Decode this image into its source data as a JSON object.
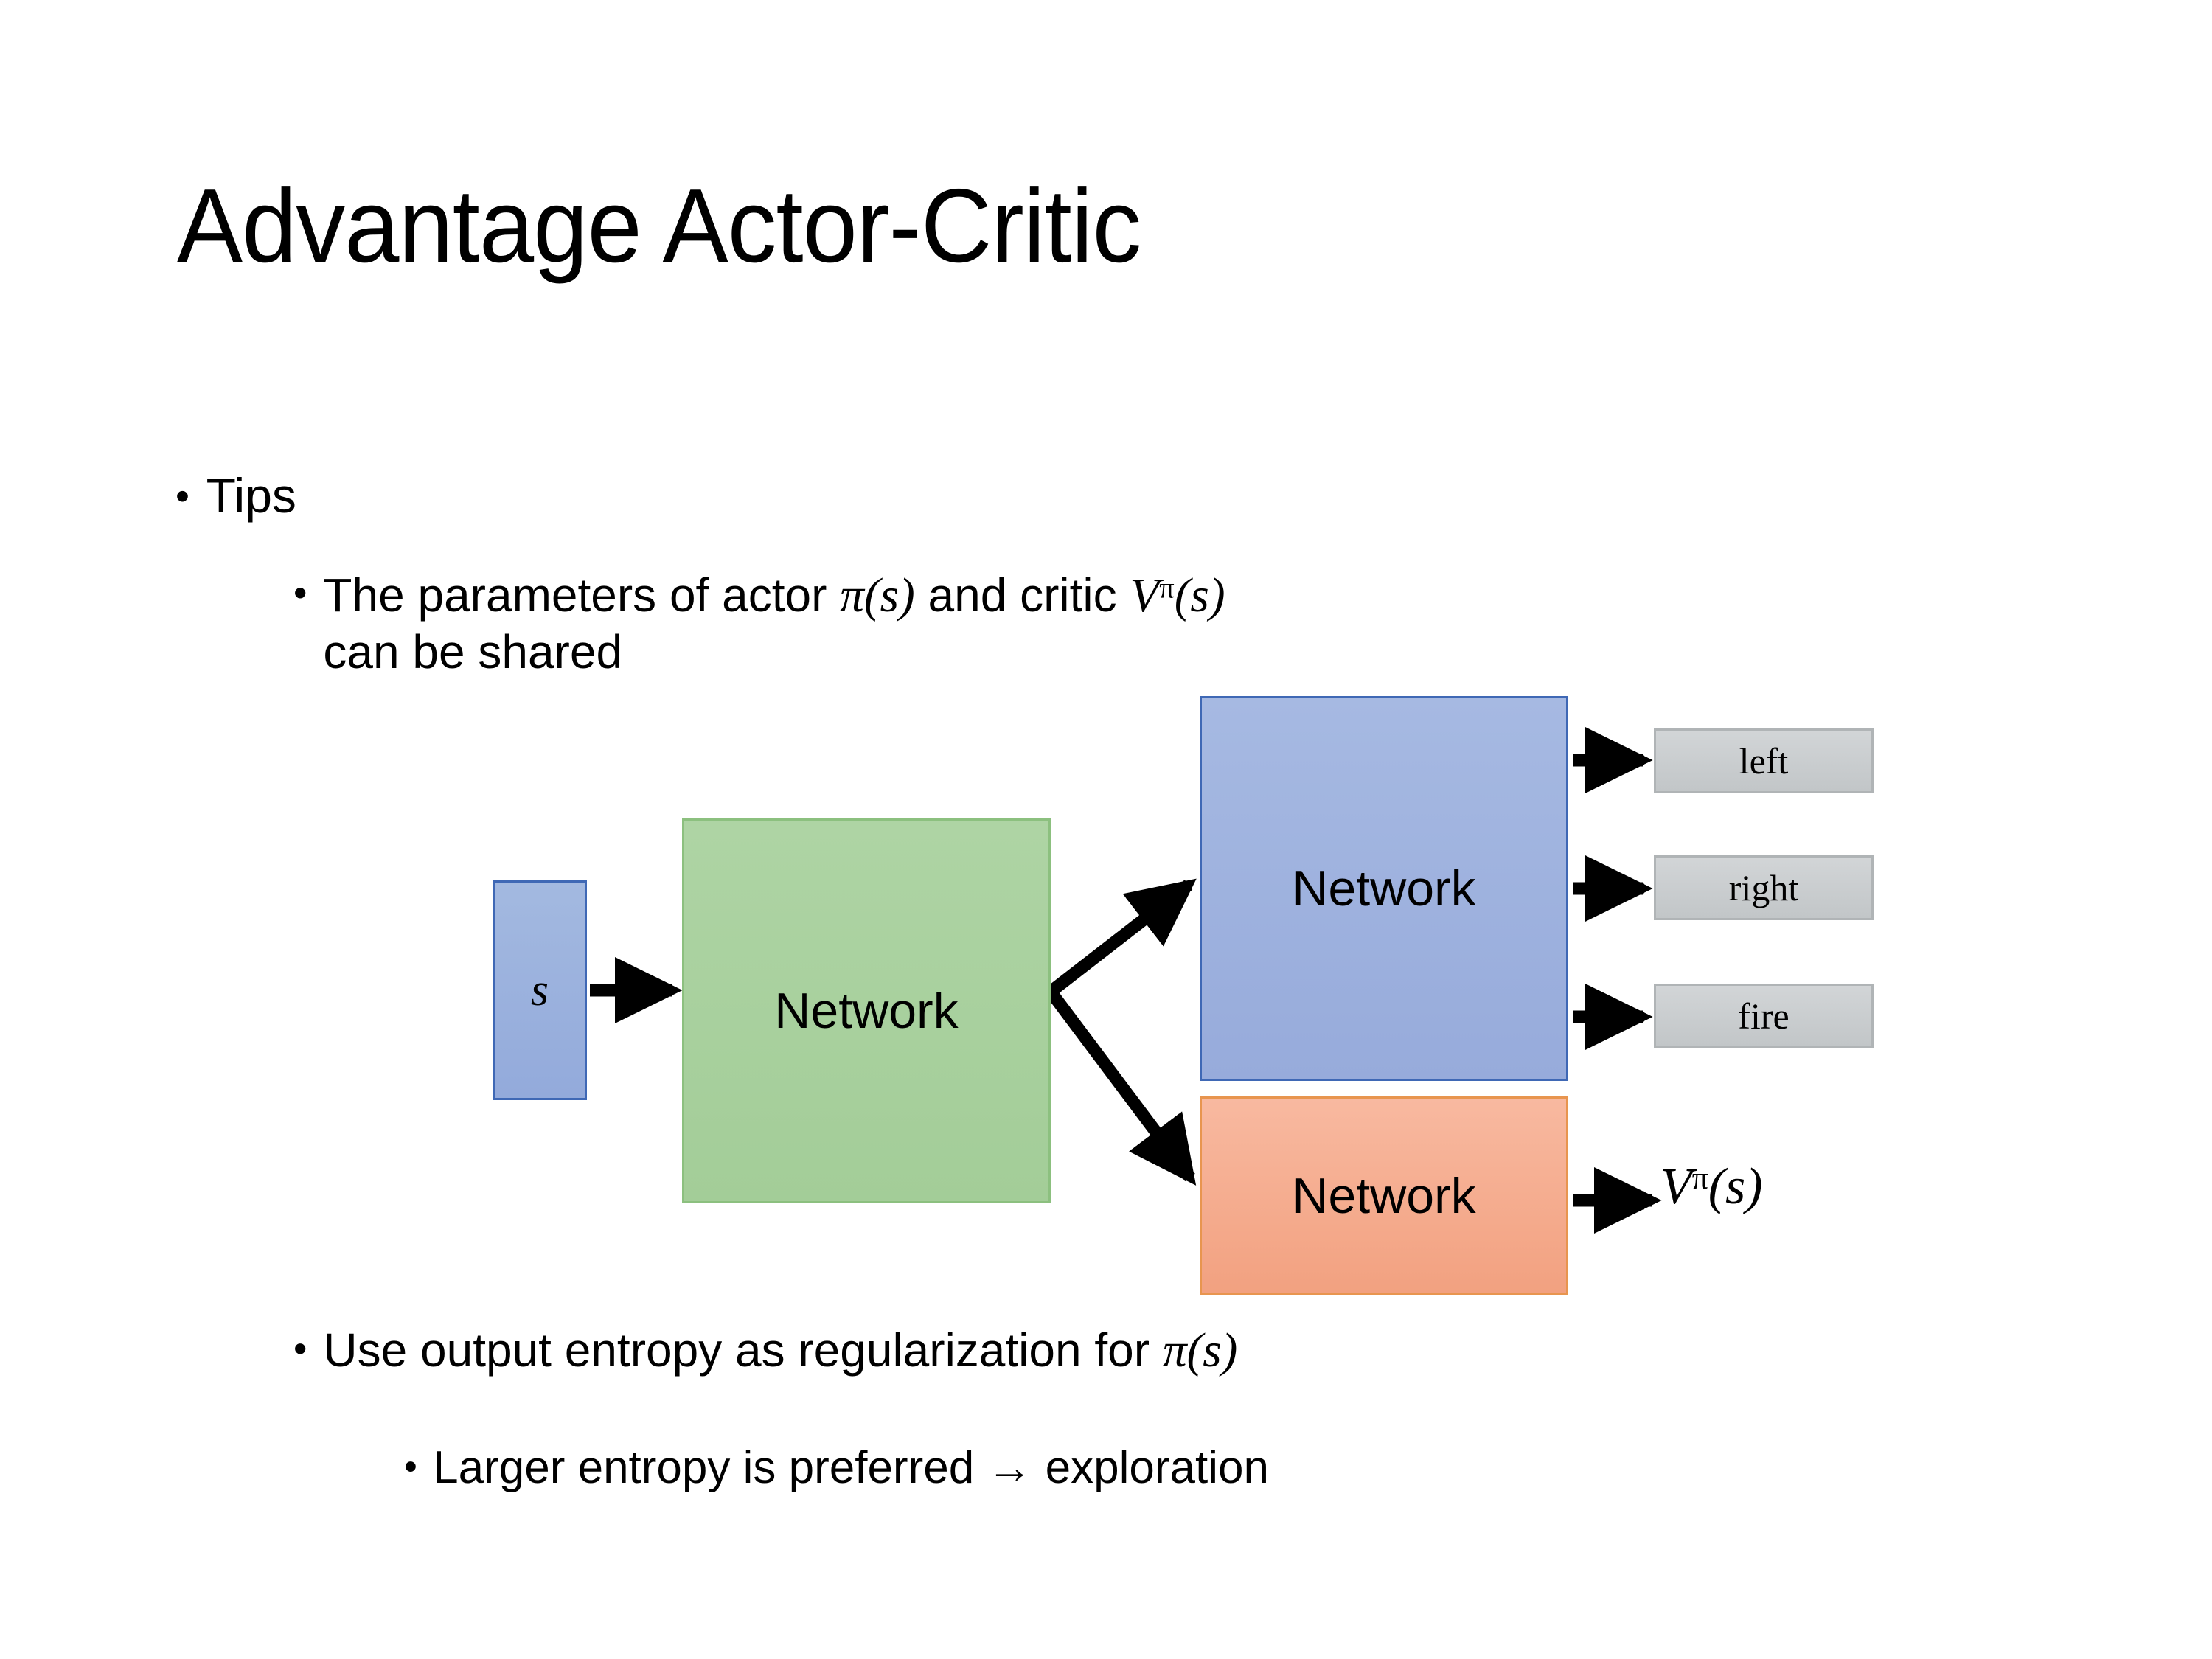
{
  "slide": {
    "title": "Advantage Actor-Critic"
  },
  "bullets": {
    "tips": "Tips",
    "shared_pre": "The parameters of actor ",
    "shared_math_actor": "π(s)",
    "shared_mid": "  and critic ",
    "shared_math_critic_base": "V",
    "shared_math_critic_sup": "π",
    "shared_math_critic_arg": "(s)",
    "shared_post": "can be shared",
    "entropy_pre": "Use output entropy as regularization for ",
    "entropy_math": "π(s)",
    "larger": "Larger entropy is preferred → exploration",
    "marker": "•"
  },
  "diagram": {
    "state_label": "s",
    "shared_network_label": "Network",
    "actor_network_label": "Network",
    "critic_network_label": "Network",
    "actions": [
      {
        "label": "left"
      },
      {
        "label": "right"
      },
      {
        "label": "fire"
      }
    ],
    "value_output_base": "V",
    "value_output_sup": "π",
    "value_output_arg": "(s)"
  },
  "colors": {
    "state_fill": "#9DB0DD",
    "state_border": "#3F68B5",
    "shared_fill": "#A9D1A0",
    "shared_border": "#8CC07F",
    "actor_fill": "#9EB2DE",
    "actor_border": "#3F68B5",
    "critic_fill": "#F4A985",
    "critic_border": "#E8954F",
    "action_fill": "#C8CBCD",
    "action_border": "#B0B4B6",
    "arrow": "#000000",
    "text": "#000000",
    "background": "#FFFFFF"
  }
}
